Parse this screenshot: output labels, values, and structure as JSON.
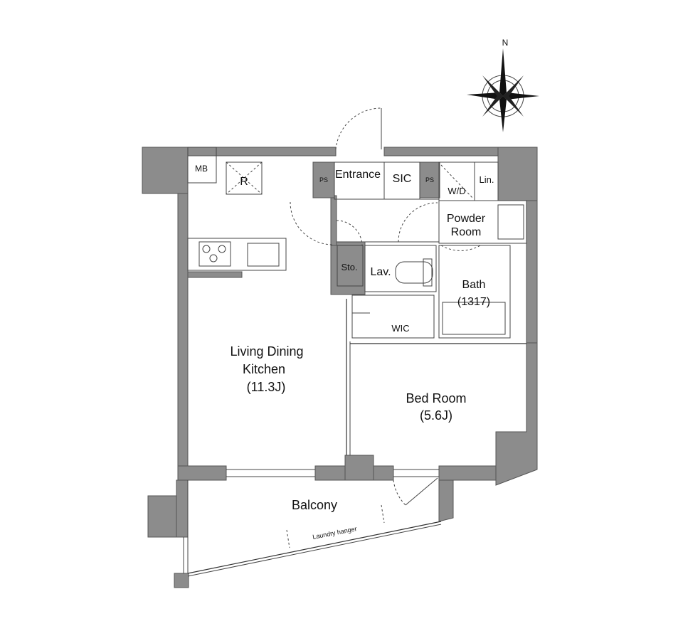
{
  "compass": {
    "north_label": "N"
  },
  "rooms": {
    "mb": "MB",
    "fridge": "R",
    "ps1": "PS",
    "entrance": "Entrance",
    "sic": "SIC",
    "ps2": "PS",
    "wd": "W/D",
    "lin": "Lin.",
    "powder_line1": "Powder",
    "powder_line2": "Room",
    "storage": "Sto.",
    "lav": "Lav.",
    "bath": "Bath",
    "bath_size": "(1317)",
    "wic": "WIC",
    "ldk_line1": "Living Dining",
    "ldk_line2": "Kitchen",
    "ldk_size": "(11.3J)",
    "bed": "Bed Room",
    "bed_size": "(5.6J)",
    "balcony": "Balcony",
    "laundry": "Laundry hanger"
  }
}
